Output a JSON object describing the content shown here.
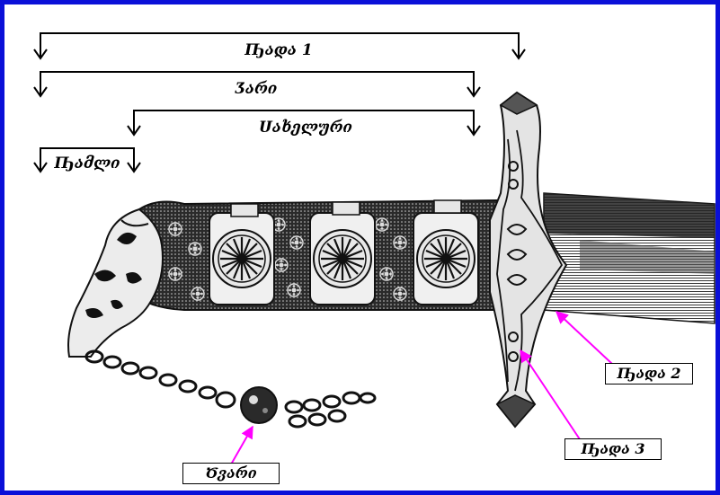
{
  "labels": {
    "dim_top": "Ҧადა 1",
    "dim_second": "Ӡარი",
    "dim_third": "Սახელური",
    "dim_short": "Ҧამლი",
    "callout_2": "Ҧადა 2",
    "callout_3": "Ҧადა 3",
    "callout_chain": "Ծვარი"
  },
  "colors": {
    "frame": "#0a10d8",
    "callout_arrow": "#ff00ff",
    "ink": "#000000"
  }
}
